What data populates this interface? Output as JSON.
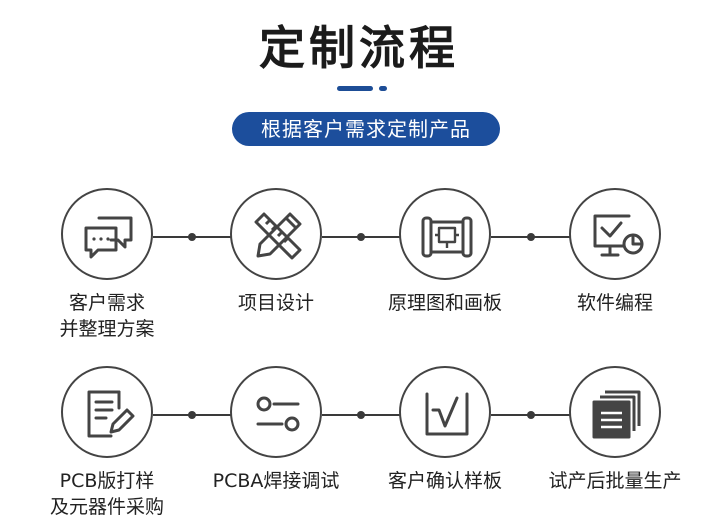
{
  "header": {
    "title": "定制流程",
    "subtitle": "根据客户需求定制产品"
  },
  "colors": {
    "accent": "#1c4e9c",
    "outline": "#444444"
  },
  "steps": [
    {
      "icon": "chat-bubbles-icon",
      "line1": "客户需求",
      "line2": "并整理方案"
    },
    {
      "icon": "pencil-ruler-icon",
      "line1": "项目设计",
      "line2": ""
    },
    {
      "icon": "blueprint-icon",
      "line1": "原理图和画板",
      "line2": ""
    },
    {
      "icon": "monitor-chart-icon",
      "line1": "软件编程",
      "line2": ""
    },
    {
      "icon": "document-edit-icon",
      "line1": "PCB版打样",
      "line2": "及元器件采购"
    },
    {
      "icon": "sliders-icon",
      "line1": "PCBA焊接调试",
      "line2": ""
    },
    {
      "icon": "waveform-icon",
      "line1": "客户确认样板",
      "line2": ""
    },
    {
      "icon": "stacked-pages-icon",
      "line1": "试产后批量生产",
      "line2": ""
    }
  ]
}
